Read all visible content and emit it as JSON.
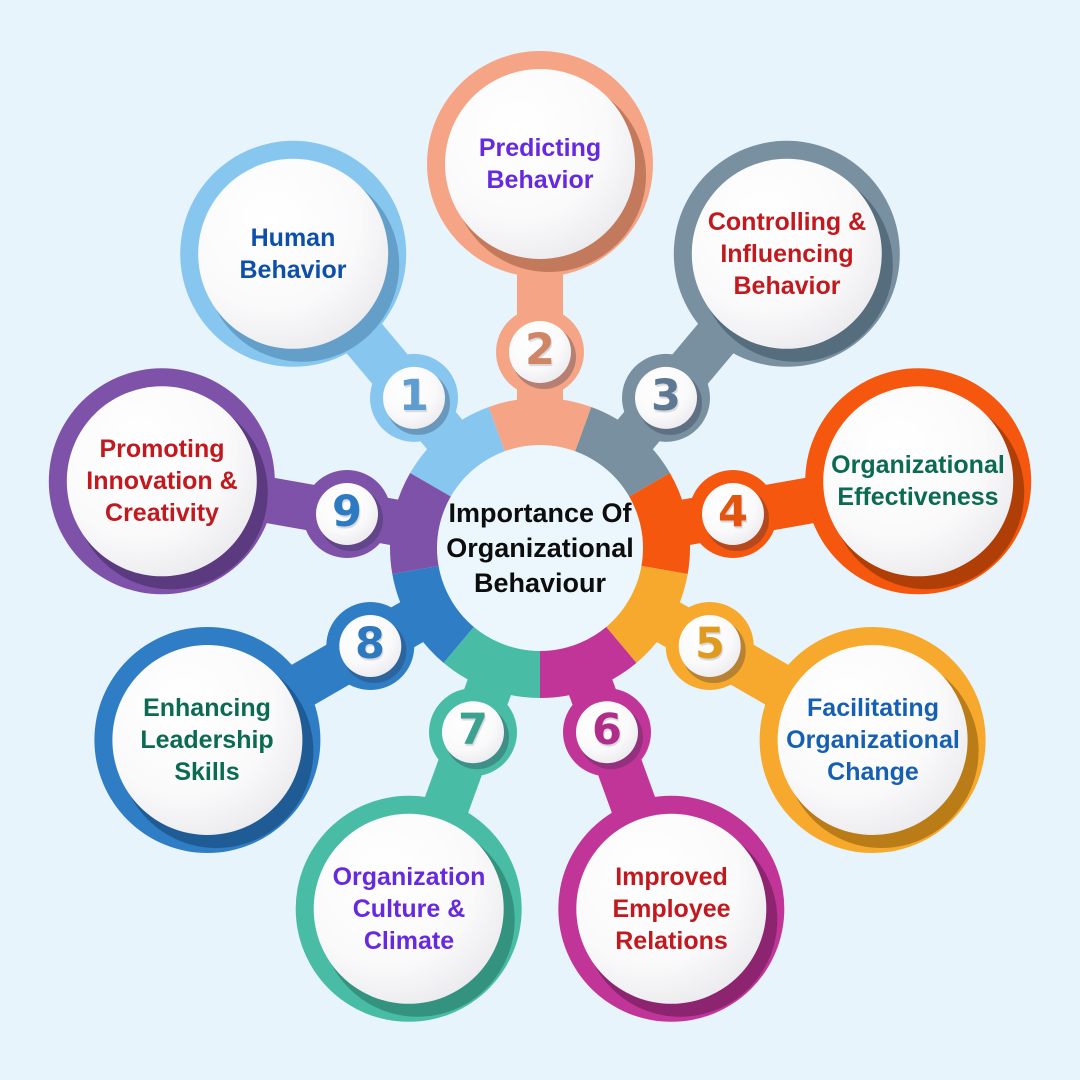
{
  "title": {
    "text": "Importance Of Organizational Behaviour"
  },
  "background_color": "#e8f4fc",
  "center": {
    "fill": "#ecf7fd",
    "text_color": "#0d0d0d"
  },
  "items": [
    {
      "number": "1",
      "label": "Human Behavior",
      "angle_deg": -130,
      "ring_color": "#87c7ef",
      "shade_color": "#639fc9",
      "digit_color": "#5e9dcf",
      "label_color": "#0d50ab"
    },
    {
      "number": "2",
      "label": "Predicting Behavior",
      "angle_deg": -90,
      "ring_color": "#f5a585",
      "shade_color": "#c37a5c",
      "digit_color": "#d08565",
      "label_color": "#6629e0"
    },
    {
      "number": "3",
      "label": "Controlling & Influencing Behavior",
      "angle_deg": -50,
      "ring_color": "#78909f",
      "shade_color": "#566d7d",
      "digit_color": "#5d7991",
      "label_color": "#c2191e"
    },
    {
      "number": "4",
      "label": "Organizational Effectiveness",
      "angle_deg": -10,
      "ring_color": "#f4570d",
      "shade_color": "#b03f07",
      "digit_color": "#e3540f",
      "label_color": "#0a6b52"
    },
    {
      "number": "5",
      "label": "Facilitating Organizational Change",
      "angle_deg": 30,
      "ring_color": "#f6a92c",
      "shade_color": "#b97c16",
      "digit_color": "#e09b1f",
      "label_color": "#1660b4"
    },
    {
      "number": "6",
      "label": "Improved Employee Relations",
      "angle_deg": 70,
      "ring_color": "#c23598",
      "shade_color": "#8d2470",
      "digit_color": "#b02d8a",
      "label_color": "#c2191e"
    },
    {
      "number": "7",
      "label": "Organization Culture & Climate",
      "angle_deg": 110,
      "ring_color": "#49bca6",
      "shade_color": "#33937f",
      "digit_color": "#3aa28e",
      "label_color": "#6629e0"
    },
    {
      "number": "8",
      "label": "Enhancing Leadership Skills",
      "angle_deg": 150,
      "ring_color": "#2f7ec5",
      "shade_color": "#1f5c96",
      "digit_color": "#2e78be",
      "label_color": "#0a6b52"
    },
    {
      "number": "9",
      "label": "Promoting Innovation & Creativity",
      "angle_deg": 190,
      "ring_color": "#7d52a8",
      "shade_color": "#5c3a80",
      "digit_color": "#2b7ac2",
      "label_color": "#c2191e"
    }
  ]
}
